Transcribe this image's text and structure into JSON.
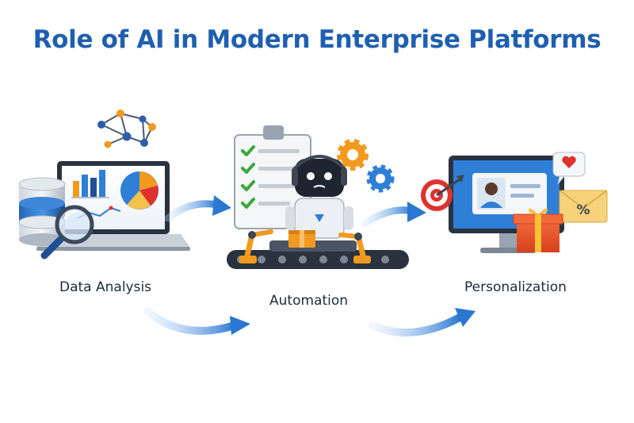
{
  "title": "Role of AI in Modern Enterprise Platforms",
  "stages": [
    {
      "label": "Data Analysis"
    },
    {
      "label": "Automation"
    },
    {
      "label": "Personalization"
    }
  ],
  "colors": {
    "title": "#1f5fb0",
    "arrow": "#2f7fd6",
    "accent_orange": "#f29a1f",
    "accent_red": "#e0322d",
    "accent_green": "#3aa83a"
  },
  "icons": {
    "data_analysis": [
      "network-icon",
      "database-icon",
      "laptop-icon",
      "bar-chart-icon",
      "pie-chart-icon",
      "magnifier-icon"
    ],
    "automation": [
      "clipboard-checklist-icon",
      "robot-icon",
      "gears-icon",
      "conveyor-belt-icon",
      "robotic-arm-icon",
      "package-icon"
    ],
    "personalization": [
      "monitor-icon",
      "user-profile-icon",
      "target-icon",
      "heart-bubble-icon",
      "gift-icon",
      "discount-envelope-icon"
    ]
  }
}
